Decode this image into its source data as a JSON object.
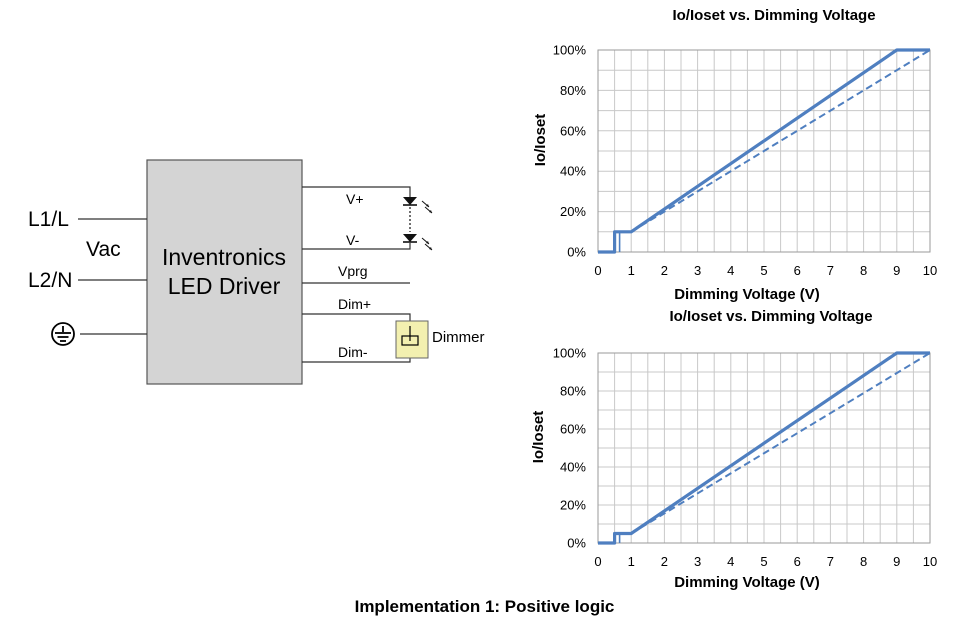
{
  "top_text": "                   ",
  "driver": {
    "name_line1": "Inventronics",
    "name_line2": "LED Driver"
  },
  "inputs": {
    "l1": "L1/L",
    "vac": "Vac",
    "l2": "L2/N",
    "ground_icon": "earth-ground-icon"
  },
  "outputs": {
    "vplus": "V+",
    "vminus": "V-",
    "vprg": "Vprg",
    "dimplus": "Dim+",
    "dimminus": "Dim-"
  },
  "dimmer": {
    "label": "Dimmer",
    "icon": "potentiometer-icon",
    "fill": "#f3f0b0"
  },
  "led_icon": "led-icon",
  "caption": {
    "bold": "Implementation 1",
    "rest": ": Positive logic"
  },
  "chart_data": [
    {
      "type": "line",
      "title": "Io/Ioset vs. Dimming Voltage",
      "xlabel": "Dimming Voltage (V)",
      "ylabel": "Io/Ioset",
      "xlim": [
        0,
        10
      ],
      "ylim": [
        0,
        100
      ],
      "xticks": [
        0,
        1,
        2,
        3,
        4,
        5,
        6,
        7,
        8,
        9,
        10
      ],
      "yticks": [
        "0%",
        "20%",
        "40%",
        "60%",
        "80%",
        "100%"
      ],
      "grid": true,
      "color": "#4f7fc0",
      "series": [
        {
          "style": "solid",
          "x": [
            0,
            0.5,
            0.5,
            1,
            9,
            10
          ],
          "y": [
            0,
            0,
            10,
            10,
            100,
            100
          ]
        },
        {
          "style": "solid-thin",
          "x": [
            0.65,
            0.65
          ],
          "y": [
            0,
            10
          ]
        },
        {
          "style": "dashed",
          "x": [
            1,
            10
          ],
          "y": [
            10,
            100
          ]
        }
      ]
    },
    {
      "type": "line",
      "title": "Io/Ioset vs. Dimming Voltage",
      "xlabel": "Dimming Voltage (V)",
      "ylabel": "Io/Ioset",
      "xlim": [
        0,
        10
      ],
      "ylim": [
        0,
        100
      ],
      "xticks": [
        0,
        1,
        2,
        3,
        4,
        5,
        6,
        7,
        8,
        9,
        10
      ],
      "yticks": [
        "0%",
        "20%",
        "40%",
        "60%",
        "80%",
        "100%"
      ],
      "grid": true,
      "color": "#4f7fc0",
      "series": [
        {
          "style": "solid",
          "x": [
            0,
            0.5,
            0.5,
            1,
            9,
            10
          ],
          "y": [
            0,
            0,
            5,
            5,
            100,
            100
          ]
        },
        {
          "style": "solid-thin",
          "x": [
            0.65,
            0.65
          ],
          "y": [
            0,
            5
          ]
        },
        {
          "style": "dashed",
          "x": [
            1,
            10
          ],
          "y": [
            5,
            100
          ]
        }
      ]
    }
  ]
}
